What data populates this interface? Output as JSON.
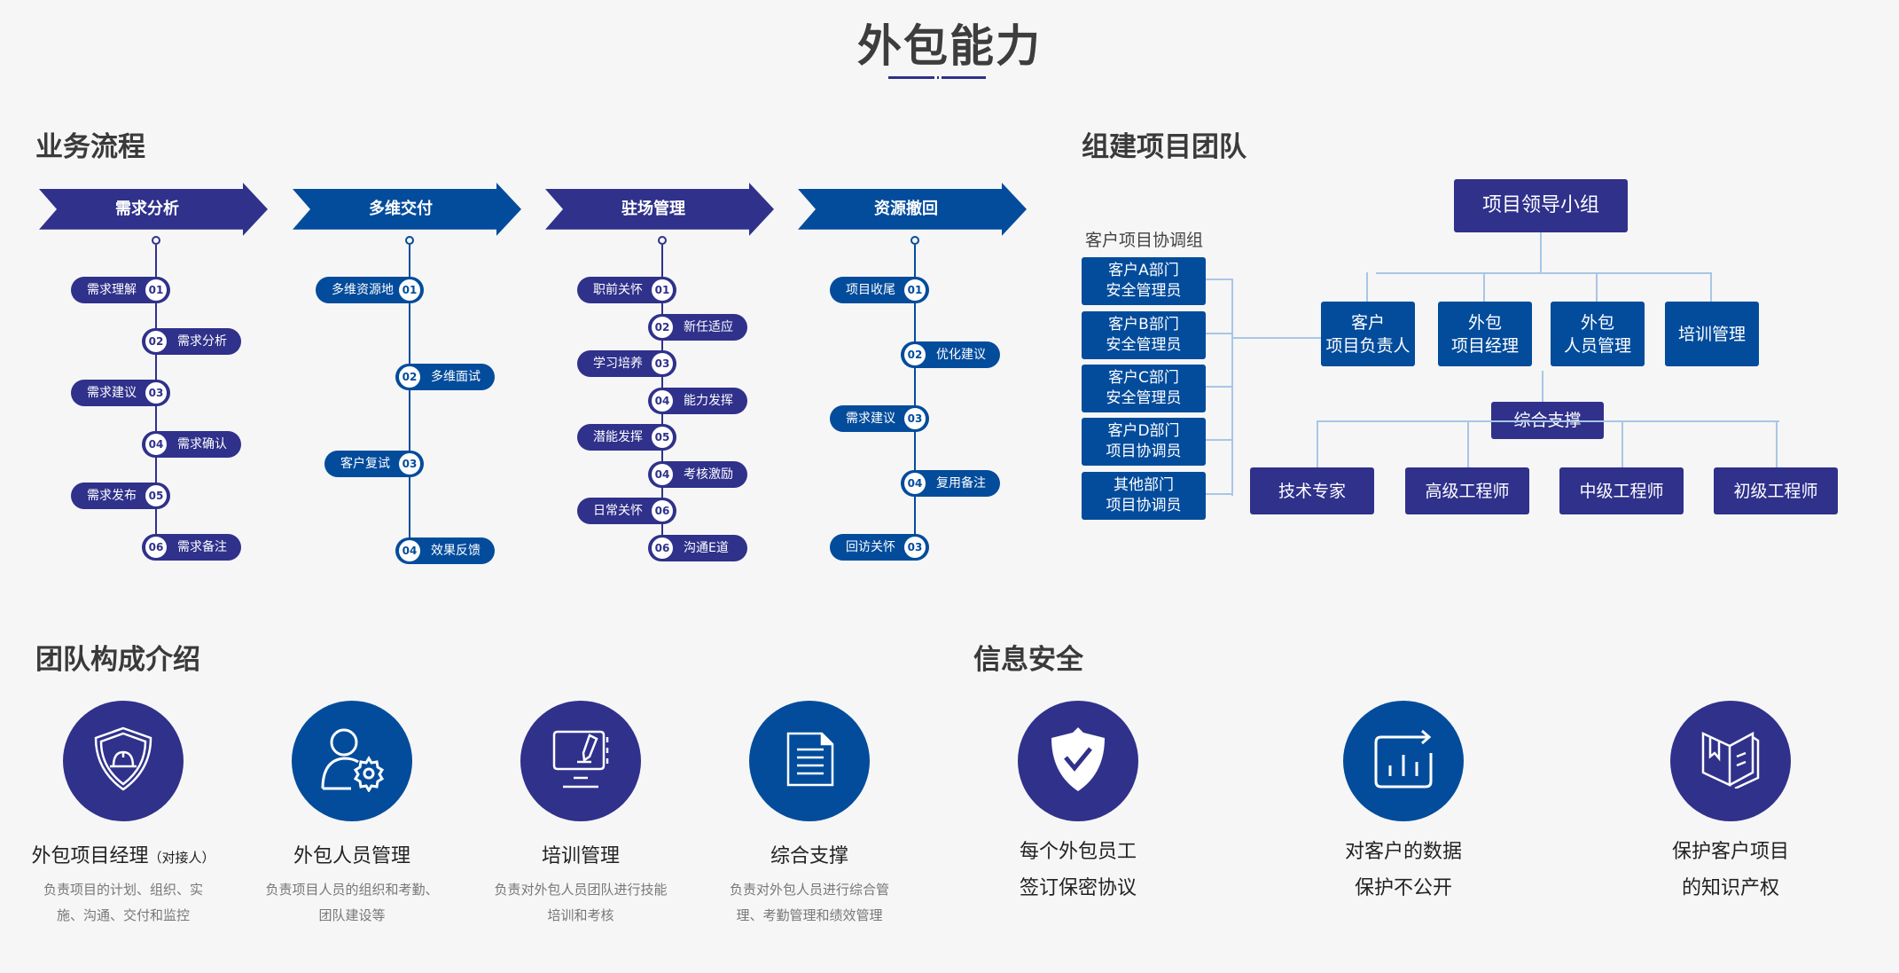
{
  "page_title": "外包能力",
  "colors": {
    "purple": "#2f318b",
    "blue": "#034c9c",
    "connector": "#a9c6e6"
  },
  "business_process": {
    "title": "业务流程",
    "stages": [
      {
        "label": "需求分析",
        "color": "purple",
        "steps": [
          {
            "num": "01",
            "label": "需求理解",
            "side": "left"
          },
          {
            "num": "02",
            "label": "需求分析",
            "side": "right"
          },
          {
            "num": "03",
            "label": "需求建议",
            "side": "left"
          },
          {
            "num": "04",
            "label": "需求确认",
            "side": "right"
          },
          {
            "num": "05",
            "label": "需求发布",
            "side": "left"
          },
          {
            "num": "06",
            "label": "需求备注",
            "side": "right"
          }
        ]
      },
      {
        "label": "多维交付",
        "color": "blue",
        "steps": [
          {
            "num": "01",
            "label": "多维资源地",
            "side": "left"
          },
          {
            "num": "02",
            "label": "多维面试",
            "side": "right"
          },
          {
            "num": "03",
            "label": "客户复试",
            "side": "left"
          },
          {
            "num": "04",
            "label": "效果反馈",
            "side": "right"
          }
        ]
      },
      {
        "label": "驻场管理",
        "color": "purple",
        "steps": [
          {
            "num": "01",
            "label": "职前关怀",
            "side": "left"
          },
          {
            "num": "02",
            "label": "新任适应",
            "side": "right"
          },
          {
            "num": "03",
            "label": "学习培养",
            "side": "left"
          },
          {
            "num": "04",
            "label": "能力发挥",
            "side": "right"
          },
          {
            "num": "05",
            "label": "潜能发挥",
            "side": "left"
          },
          {
            "num": "04",
            "label": "考核激励",
            "side": "right"
          },
          {
            "num": "06",
            "label": "日常关怀",
            "side": "left"
          },
          {
            "num": "06",
            "label": "沟通E道",
            "side": "right"
          }
        ]
      },
      {
        "label": "资源撤回",
        "color": "blue",
        "steps": [
          {
            "num": "01",
            "label": "项目收尾",
            "side": "left"
          },
          {
            "num": "02",
            "label": "优化建议",
            "side": "right"
          },
          {
            "num": "03",
            "label": "需求建议",
            "side": "left"
          },
          {
            "num": "04",
            "label": "复用备注",
            "side": "right"
          },
          {
            "num": "03",
            "label": "回访关怀",
            "side": "left"
          }
        ]
      }
    ]
  },
  "team_build": {
    "title": "组建项目团队",
    "client_group_label": "客户项目协调组",
    "client_group": [
      [
        "客户A部门",
        "安全管理员"
      ],
      [
        "客户B部门",
        "安全管理员"
      ],
      [
        "客户C部门",
        "安全管理员"
      ],
      [
        "客户D部门",
        "项目协调员"
      ],
      [
        "其他部门",
        "项目协调员"
      ]
    ],
    "leader": "项目领导小组",
    "second_row": [
      [
        "客户",
        "项目负责人"
      ],
      [
        "外包",
        "项目经理"
      ],
      [
        "外包",
        "人员管理"
      ],
      [
        "培训管理"
      ]
    ],
    "support": "综合支撑",
    "bottom_row": [
      "技术专家",
      "高级工程师",
      "中级工程师",
      "初级工程师"
    ]
  },
  "team_intro": {
    "title": "团队构成介绍",
    "cards": [
      {
        "icon": "shield-helmet-icon",
        "title": "外包项目经理",
        "title_note": "（对接人）",
        "desc": [
          "负责项目的计划、组织、实",
          "施、沟通、交付和监控"
        ],
        "color": "purple"
      },
      {
        "icon": "user-gear-icon",
        "title": "外包人员管理",
        "title_note": "",
        "desc": [
          "负责项目人员的组织和考勤、",
          "团队建设等"
        ],
        "color": "blue"
      },
      {
        "icon": "monitor-pen-icon",
        "title": "培训管理",
        "title_note": "",
        "desc": [
          "负责对外包人员团队进行技能",
          "培训和考核"
        ],
        "color": "purple"
      },
      {
        "icon": "document-icon",
        "title": "综合支撑",
        "title_note": "",
        "desc": [
          "负责对外包人员进行综合管",
          "理、考勤管理和绩效管理"
        ],
        "color": "blue"
      }
    ]
  },
  "info_security": {
    "title": "信息安全",
    "items": [
      {
        "icon": "shield-check-icon",
        "lines": [
          "每个外包员工",
          "签订保密协议"
        ],
        "color": "purple"
      },
      {
        "icon": "data-chart-icon",
        "lines": [
          "对客户的数据",
          "保护不公开"
        ],
        "color": "blue"
      },
      {
        "icon": "book-icon",
        "lines": [
          "保护客户项目",
          "的知识产权"
        ],
        "color": "purple"
      }
    ]
  }
}
